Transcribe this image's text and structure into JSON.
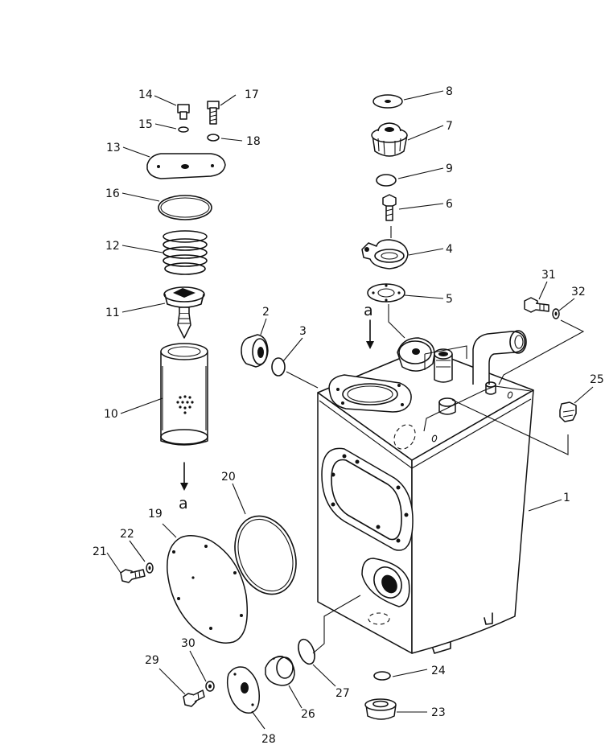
{
  "labels": {
    "p1": "1",
    "p2": "2",
    "p3": "3",
    "p4": "4",
    "p5": "5",
    "p6": "6",
    "p7": "7",
    "p8": "8",
    "p9": "9",
    "p10": "10",
    "p11": "11",
    "p12": "12",
    "p13": "13",
    "p14": "14",
    "p15": "15",
    "p16": "16",
    "p17": "17",
    "p18": "18",
    "p19": "19",
    "p20": "20",
    "p21": "21",
    "p22": "22",
    "p23": "23",
    "p24": "24",
    "p25": "25",
    "p26": "26",
    "p27": "27",
    "p28": "28",
    "p29": "29",
    "p30": "30",
    "p31": "31",
    "p32": "32"
  },
  "view_marker": {
    "top": "a",
    "bottom": "a"
  }
}
